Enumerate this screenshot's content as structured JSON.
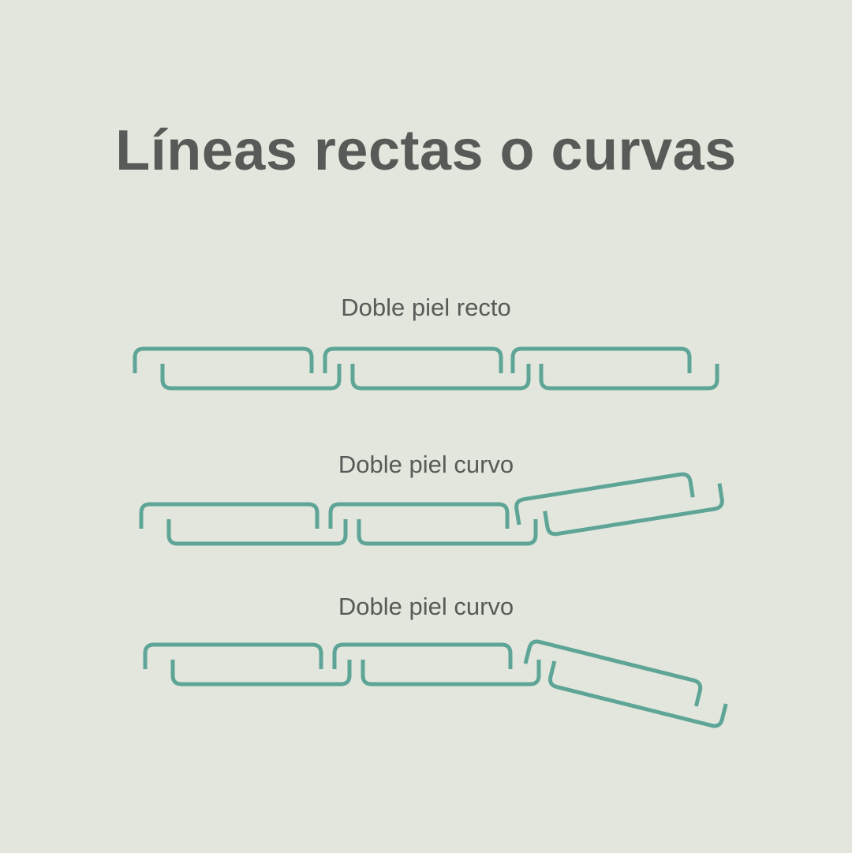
{
  "title": "Líneas rectas o curvas",
  "colors": {
    "background": "#e2e6dd",
    "text": "#585a57",
    "stroke": "#5ea597"
  },
  "sections": [
    {
      "label": "Doble piel recto"
    },
    {
      "label": "Doble piel curvo"
    },
    {
      "label": "Doble piel curvo"
    }
  ]
}
